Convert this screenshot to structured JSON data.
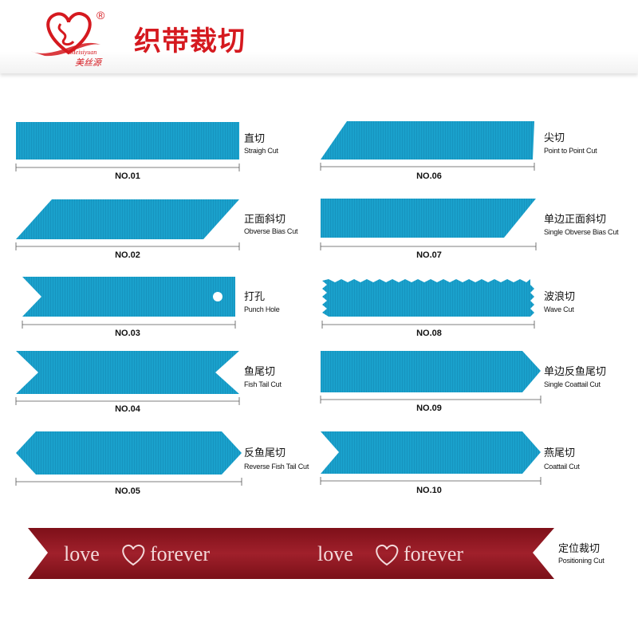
{
  "brand": {
    "title": "织带裁切",
    "logo_text": "Meisiyuan",
    "logo_cn": "美丝源",
    "registered_mark": "®"
  },
  "colors": {
    "ribbon": "#1aa1cc",
    "ribbon_dark": "#128cb5",
    "red_ribbon": "#8e1a23",
    "brand_red": "#d5191f"
  },
  "cuts": [
    {
      "no": "NO.01",
      "zh": "直切",
      "en": "Straigh Cut"
    },
    {
      "no": "NO.02",
      "zh": "正面斜切",
      "en": "Obverse Bias Cut"
    },
    {
      "no": "NO.03",
      "zh": "打孔",
      "en": "Punch Hole"
    },
    {
      "no": "NO.04",
      "zh": "鱼尾切",
      "en": "Fish Tail Cut"
    },
    {
      "no": "NO.05",
      "zh": "反鱼尾切",
      "en": "Reverse Fish Tail Cut"
    },
    {
      "no": "NO.06",
      "zh": "尖切",
      "en": "Point to Point Cut"
    },
    {
      "no": "NO.07",
      "zh": "单边正面斜切",
      "en": "Single Obverse Bias Cut"
    },
    {
      "no": "NO.08",
      "zh": "波浪切",
      "en": "Wave  Cut"
    },
    {
      "no": "NO.09",
      "zh": "单边反鱼尾切",
      "en": "Single Coattail Cut"
    },
    {
      "no": "NO.10",
      "zh": "燕尾切",
      "en": "Coattail Cut"
    }
  ],
  "positioning": {
    "zh": "定位裁切",
    "en": "Positioning Cut",
    "text_left_1": "love",
    "text_left_2": "forever",
    "text_right_1": "love",
    "text_right_2": "forever"
  }
}
